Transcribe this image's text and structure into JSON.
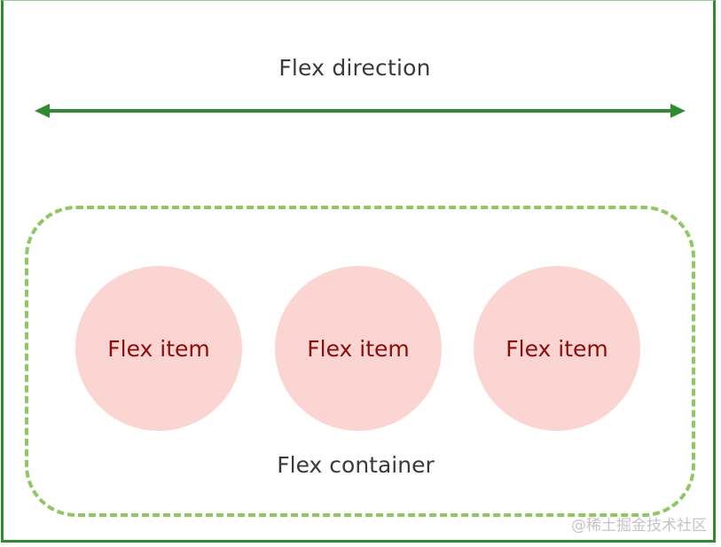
{
  "diagram": {
    "direction_label": "Flex direction",
    "container_label": "Flex container",
    "items": [
      "Flex item",
      "Flex item",
      "Flex item"
    ]
  },
  "watermark": "@稀土掘金技术社区",
  "colors": {
    "frame": "#2e8b2e",
    "arrow": "#2e8b2e",
    "container_border": "#8dc95f",
    "item_fill": "#fbd5d2",
    "item_text": "#8b0c0c",
    "label_text": "#3a3a3a"
  }
}
